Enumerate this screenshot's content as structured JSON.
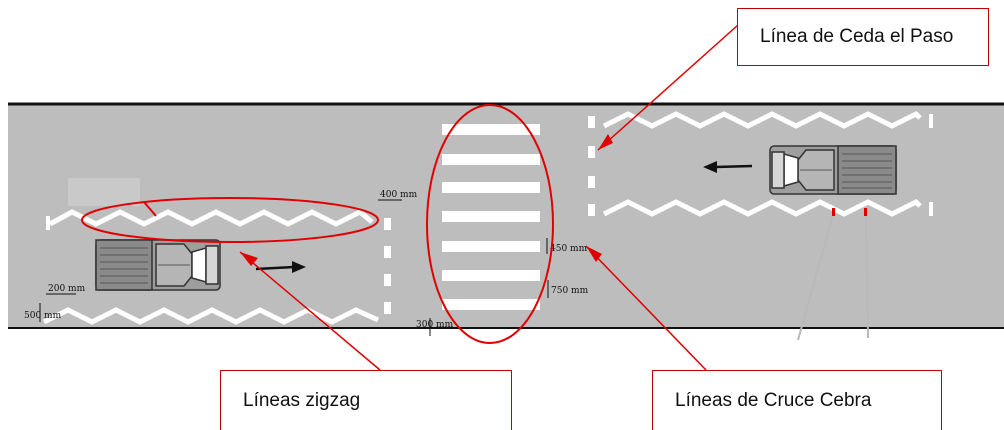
{
  "labels": {
    "yield_line": "Línea de Ceda el Paso",
    "zigzag_lines": "Líneas zigzag",
    "zebra_crossing": "Líneas de Cruce Cebra"
  },
  "dimensions": {
    "d400": "400 mm",
    "d200": "200 mm",
    "d500": "500 mm",
    "d450": "450 mm",
    "d750": "750 mm",
    "d300": "300 mm"
  },
  "colors": {
    "road": "#bdbdbd",
    "marking": "#ffffff",
    "callout": "#e00000"
  }
}
